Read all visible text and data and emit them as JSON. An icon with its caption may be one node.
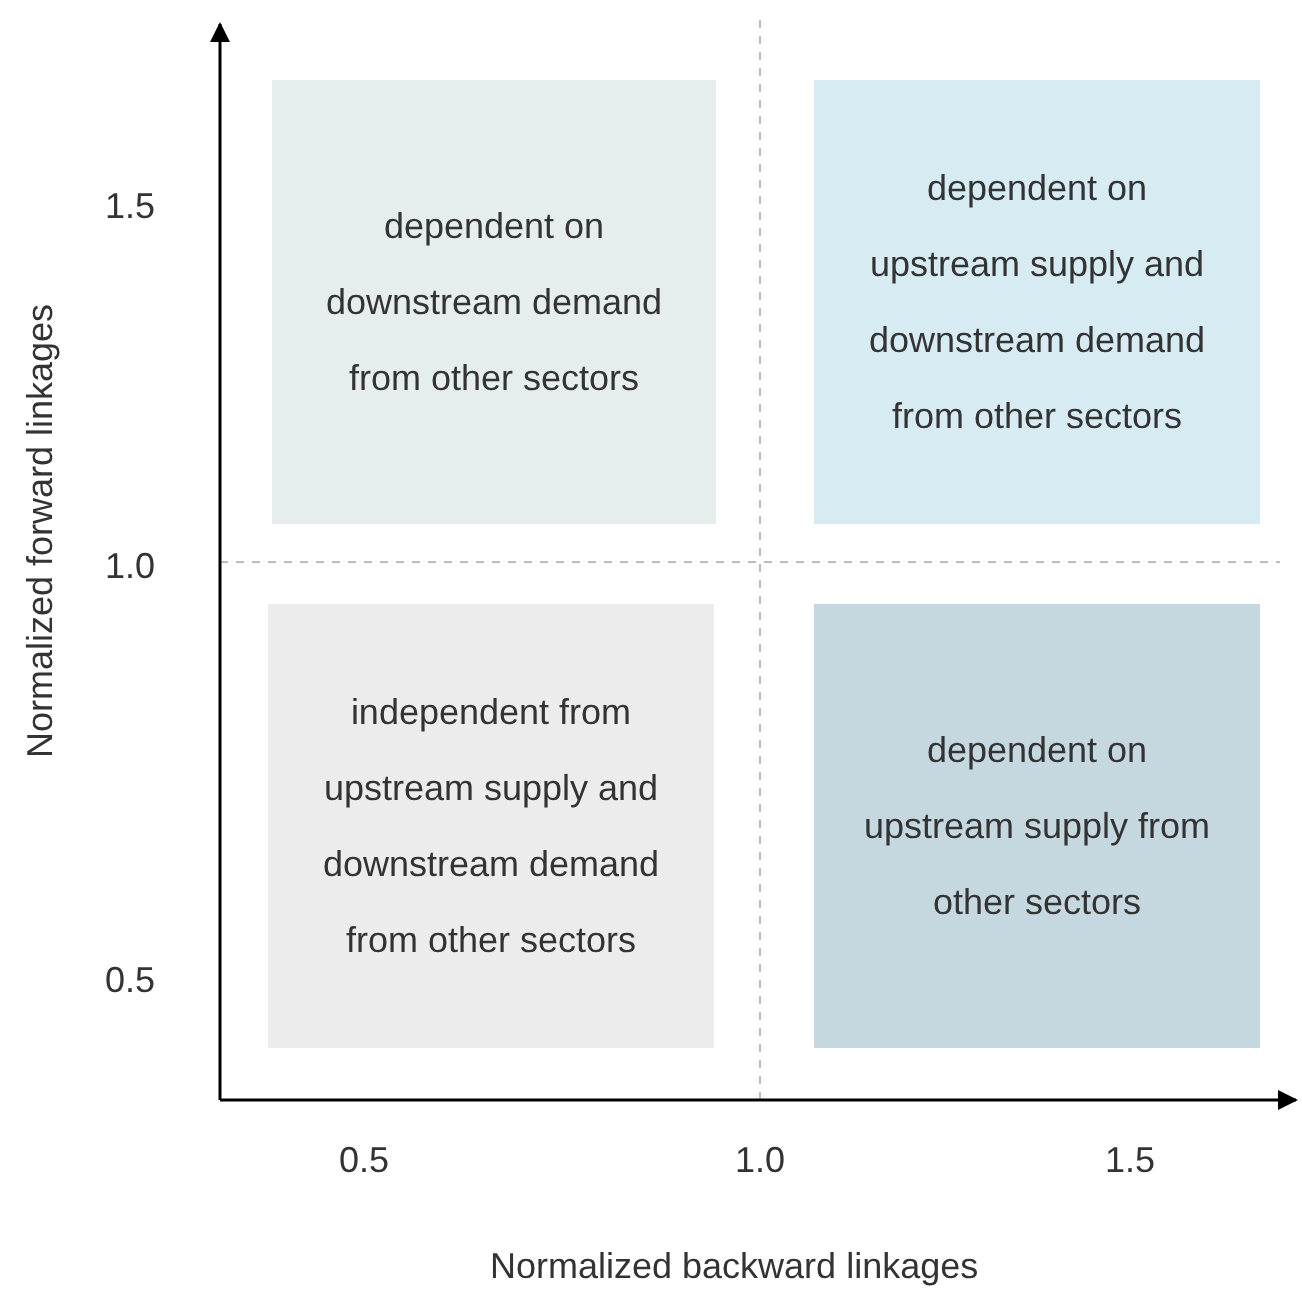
{
  "diagram": {
    "nodes": [
      {
        "text": [
          "dependent on downstream demand from other sectors"
        ]
      },
      {
        "text": [
          "dependent on upstream supply and downstream demand from other sectors"
        ]
      },
      {
        "text": [
          "independent from upstream supply and downstream demand from other sectors"
        ]
      },
      {
        "text": [
          "dependent on upstream supply from other sectors"
        ]
      }
    ],
    "labels": [
      "Normalized forward linkages",
      "1.5",
      "1.0",
      "0.5",
      "0.5",
      "1.0",
      "1.5",
      "Normalized backward linkages"
    ]
  }
}
